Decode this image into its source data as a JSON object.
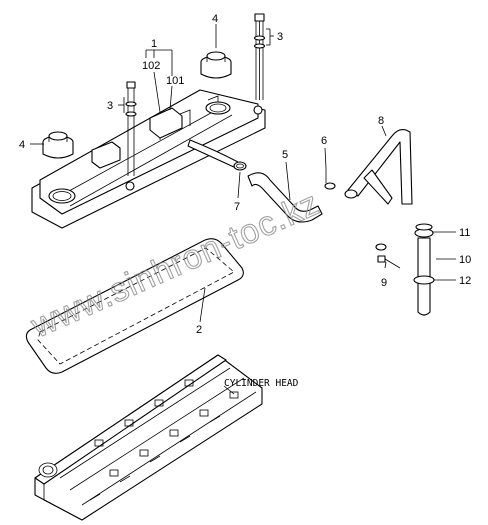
{
  "callouts": {
    "c1": "1",
    "c2": "2",
    "c3a": "3",
    "c3b": "3",
    "c4a": "4",
    "c4b": "4",
    "c5": "5",
    "c6": "6",
    "c7": "7",
    "c8": "8",
    "c9": "9",
    "c10": "10",
    "c11": "11",
    "c12": "12",
    "c101": "101",
    "c102": "102"
  },
  "annotation": "CYLINDER HEAD",
  "watermark": "www.sinhron-toc.kz"
}
